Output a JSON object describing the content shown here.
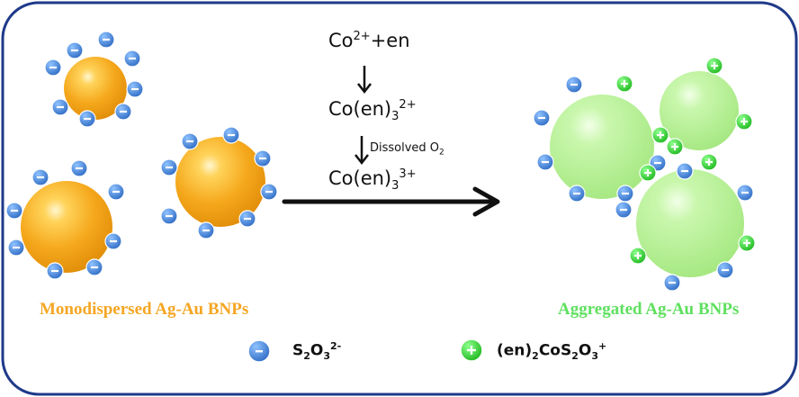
{
  "diagram": {
    "step1": {
      "base": "Co",
      "sup": "2+",
      "tail": "+en"
    },
    "step2": {
      "base": "Co(en)",
      "sub": "3",
      "sup": "2+"
    },
    "step3_condition": {
      "base": "Dissolved O",
      "sub": "2"
    },
    "step4": {
      "base": "Co(en)",
      "sub": "3",
      "sup": "3+"
    },
    "left_label": "Monodispersed Ag-Au BNPs",
    "right_label": "Aggregated Ag-Au BNPs",
    "legend_neg": {
      "a": "S",
      "a_sub": "2",
      "b": "O",
      "b_sub": "3",
      "sup": "2-"
    },
    "legend_pos": {
      "a": "(en)",
      "a_sub": "2",
      "b": "CoS",
      "b_sub": "2",
      "c": "O",
      "c_sub": "3",
      "sup": "+"
    },
    "colors": {
      "border": "#1f3a8a",
      "gold": "#f5a623",
      "green_np": "#b9f09a",
      "neg_ion": "#3b7fd6",
      "pos_ion": "#2ed62e",
      "left_label": "#f5a623",
      "right_label": "#5fe05f"
    },
    "icons": {
      "negative": "minus-circle-icon",
      "positive": "plus-circle-icon"
    }
  }
}
